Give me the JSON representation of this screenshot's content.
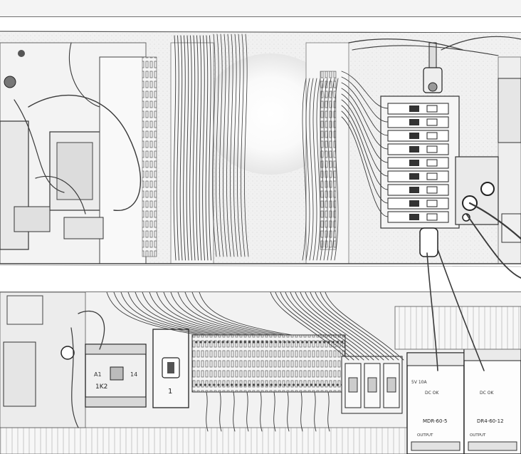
{
  "labels": {
    "psu1_model": "MDR-60-5",
    "psu2_model": "DR4-60-12",
    "psu1_rating": "5V 10A",
    "psu_output": "OUTPUT",
    "dc_ok": "DC OK",
    "relay_label": "1K2",
    "breaker_label": "1",
    "contactor_mark_a": "A1",
    "contactor_mark_b": "14"
  }
}
